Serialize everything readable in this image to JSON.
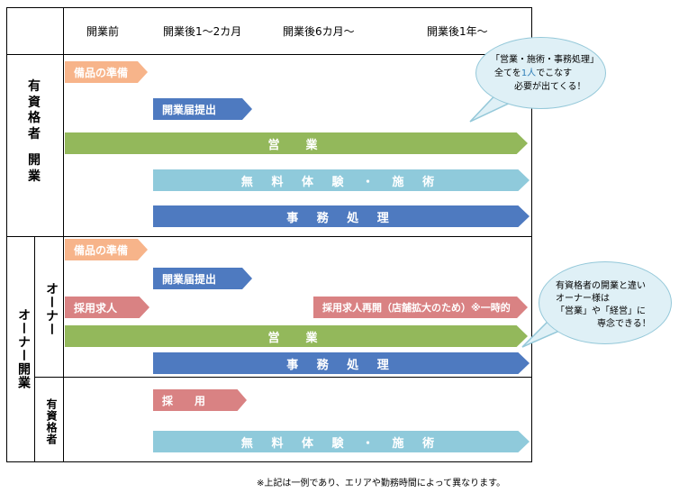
{
  "columns": [
    "開業前",
    "開業後1～2カ月",
    "開業後6カ月～",
    "開業後1年～"
  ],
  "section1": {
    "label_lines": [
      "有",
      "資",
      "格",
      "者",
      "",
      "開",
      "業"
    ],
    "rows": {
      "equipment": "備品の準備",
      "notice": "開業届提出",
      "sales": "営　業",
      "trial": "無 料 体 験 ・ 施 術",
      "admin": "事 務 処 理"
    }
  },
  "section2": {
    "outer_label": "オーナー開業",
    "owner_label": "オーナー",
    "staff_label": "有資格者",
    "rows": {
      "equipment": "備品の準備",
      "notice": "開業届提出",
      "recruit": "採用求人",
      "rerecruit": "採用求人再開（店舗拡大のため）※一時的",
      "sales": "営　業",
      "admin": "事 務 処 理",
      "hiring": "採　用",
      "trial": "無 料 体 験 ・ 施 術"
    }
  },
  "bubble1": {
    "line1": "「営業・施術・事務処理」",
    "line2_pre": "全てを",
    "line2_hl": "1人",
    "line2_post": "でこなす",
    "line3": "必要が出てくる！"
  },
  "bubble2": {
    "line1": "有資格者の開業と違い",
    "line2": "オーナー様は",
    "line3": "「営業」や「経営」に",
    "line4": "専念できる！"
  },
  "footnote": "※上記は一例であり、エリアや勤務時間によって異なります。",
  "colors": {
    "orange": "#f7b48a",
    "blue": "#4e7ac0",
    "green": "#93b85b",
    "light_blue": "#8fcadb",
    "pink": "#d98283",
    "bubble_fill": "#dff0f6"
  }
}
